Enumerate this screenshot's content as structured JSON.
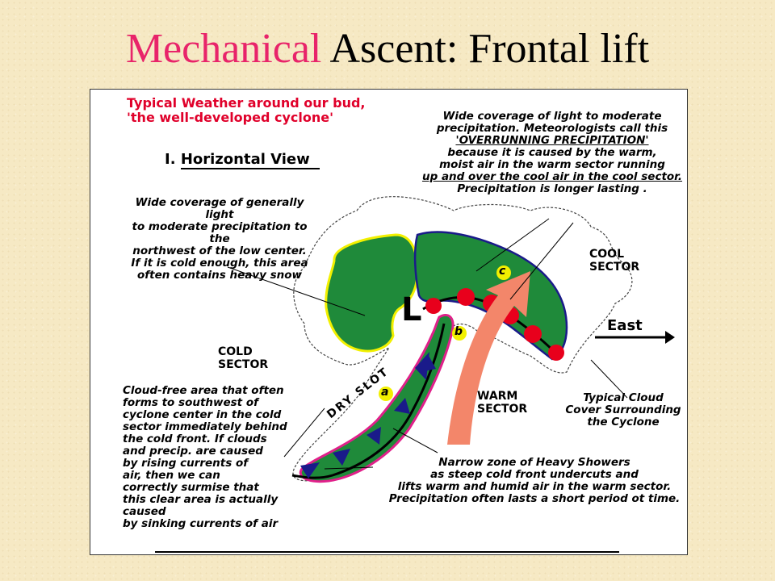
{
  "slide": {
    "title_accent": "Mechanical",
    "title_rest": " Ascent: Frontal lift"
  },
  "figure": {
    "header": "Typical Weather around our bud,\n'the well-developed cyclone'",
    "horizontal_view_num": "I.",
    "horizontal_view_label": "Horizontal View",
    "overrunning_note_line1": "Wide coverage of light to moderate\nprecipitation.  Meteorologists call this",
    "overrunning_term": "'OVERRUNNING PRECIPITATION'",
    "overrunning_note_line2": "because it is caused by the warm,\nmoist air in the warm sector running",
    "overrunning_note_line3": "up and over the cool air in the cool sector.",
    "overrunning_note_line4": "Precipitation is longer lasting .",
    "northwest_note": "Wide coverage of generally light\nto moderate precipitation to the\nnorthwest of the low center.\nIf it is cold enough, this area\noften contains heavy snow",
    "cool_sector": "COOL\nSECTOR",
    "cold_sector": "COLD\nSECTOR",
    "warm_sector": "WARM\nSECTOR",
    "east_label": "East",
    "low_label": "L",
    "point_a": "a",
    "point_b": "b",
    "point_c": "c",
    "dry_slot": "DRY SLOT",
    "cloud_cover_note": "Typical Cloud\nCover Surrounding\nthe Cyclone",
    "dry_slot_note": "Cloud-free area that often\nforms to southwest of\ncyclone center in the cold\nsector immediately behind\nthe cold front. If clouds\nand precip. are caused\nby rising currents of\nair, then we can\ncorrectly surmise that\nthis clear area is actually caused\nby sinking currents of air",
    "showers_note": "Narrow zone of Heavy Showers\nas steep cold front undercuts and\nlifts warm and humid air in the warm sector.\nPrecipitation often lasts a short period ot time."
  },
  "colors": {
    "title_accent": "#e8246a",
    "precip_green": "#1f8a3a",
    "warm_front": "#e8001c",
    "cold_front": "#1a1a8a",
    "warm_arrow": "#f3866a",
    "header_red": "#e0002a",
    "outline_yellow": "#f2f000",
    "outline_magenta": "#e0208a"
  }
}
